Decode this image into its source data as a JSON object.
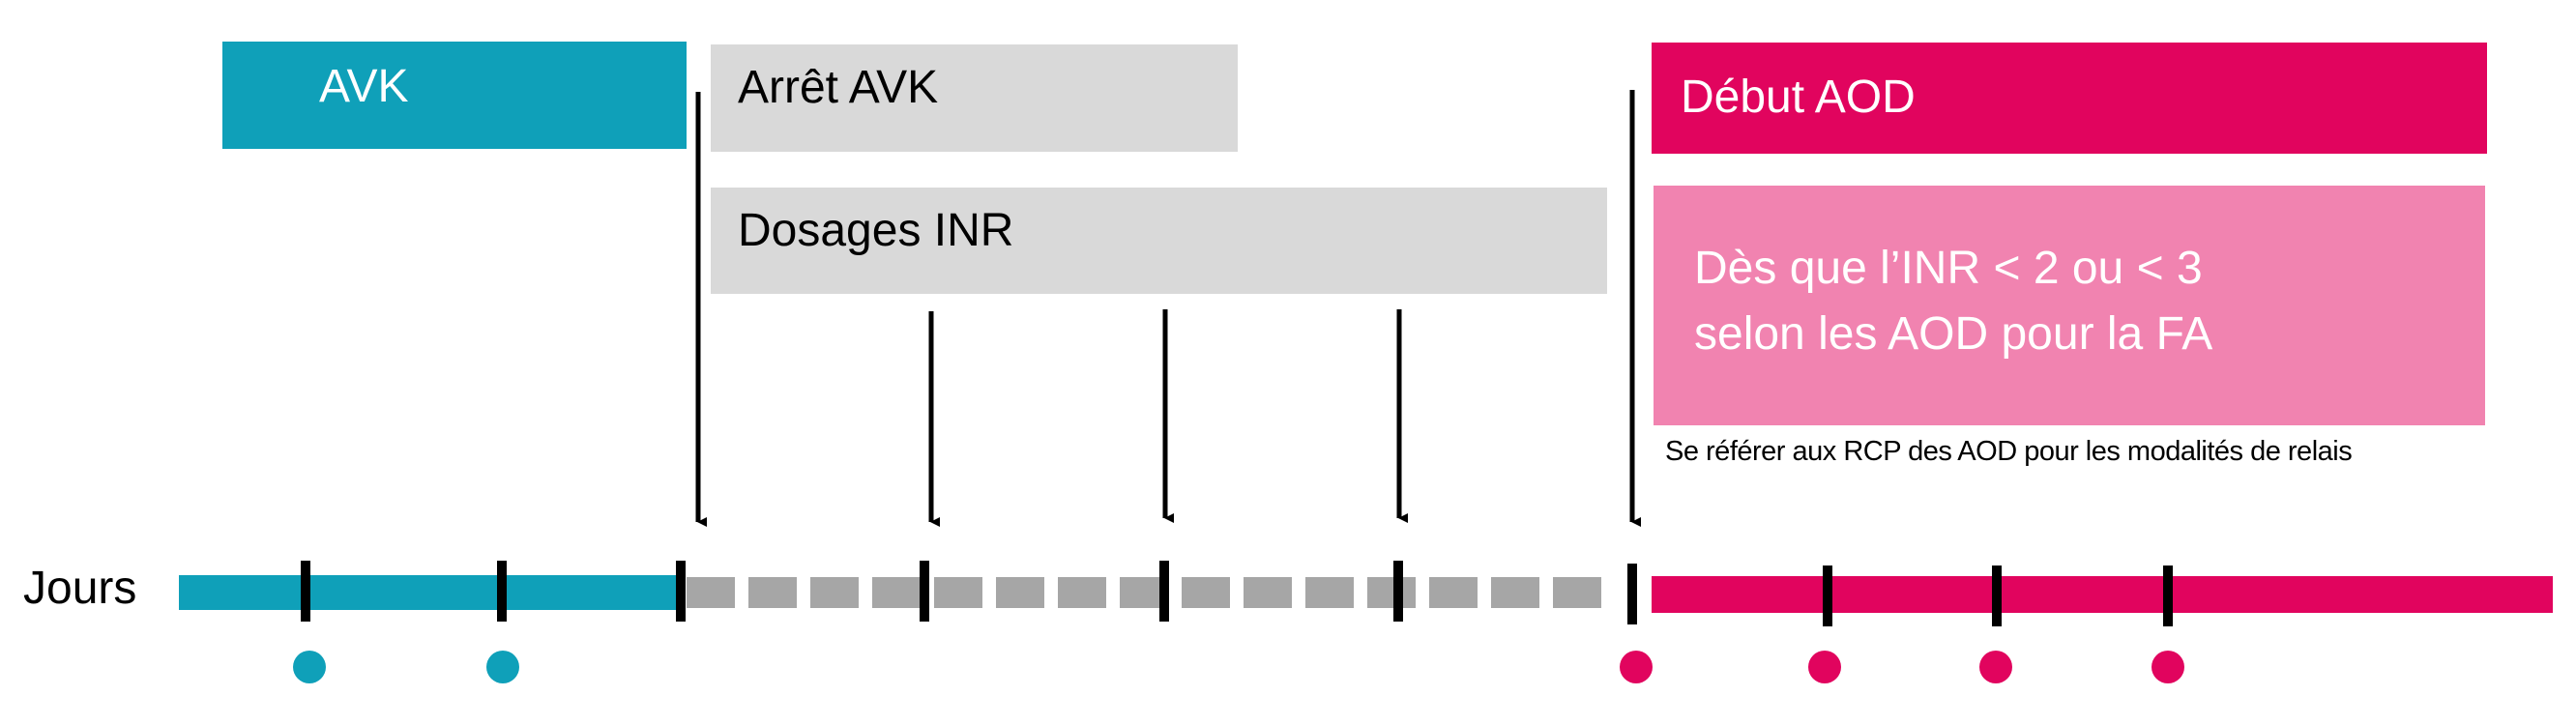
{
  "boxes": {
    "avk": "AVK",
    "arret_avk": "Arrêt AVK",
    "dosages_inr": "Dosages INR",
    "debut_aod": "Début AOD",
    "des_que": "Dès que l’INR < 2 ou < 3\nselon les AOD pour la FA"
  },
  "note": "Se référer aux RCP des AOD pour les modalités de relais",
  "axis_label": "Jours",
  "timeline": {
    "phases": [
      {
        "phase": "AVK",
        "style": "solid",
        "color": "#0fa0b9"
      },
      {
        "phase": "Arrêt AVK / Dosages INR",
        "style": "dashed",
        "color": "#a6a6a6"
      },
      {
        "phase": "Début AOD",
        "style": "solid",
        "color": "#e1045e"
      }
    ],
    "arrows_count": 5,
    "dots": {
      "teal": 2,
      "pink": 4
    }
  },
  "colors": {
    "teal": "#0fa0b9",
    "grey_box": "#d9d9d9",
    "grey_dash": "#a6a6a6",
    "magenta": "#e1045e",
    "light_pink": "#f183b0",
    "black": "#000000"
  }
}
